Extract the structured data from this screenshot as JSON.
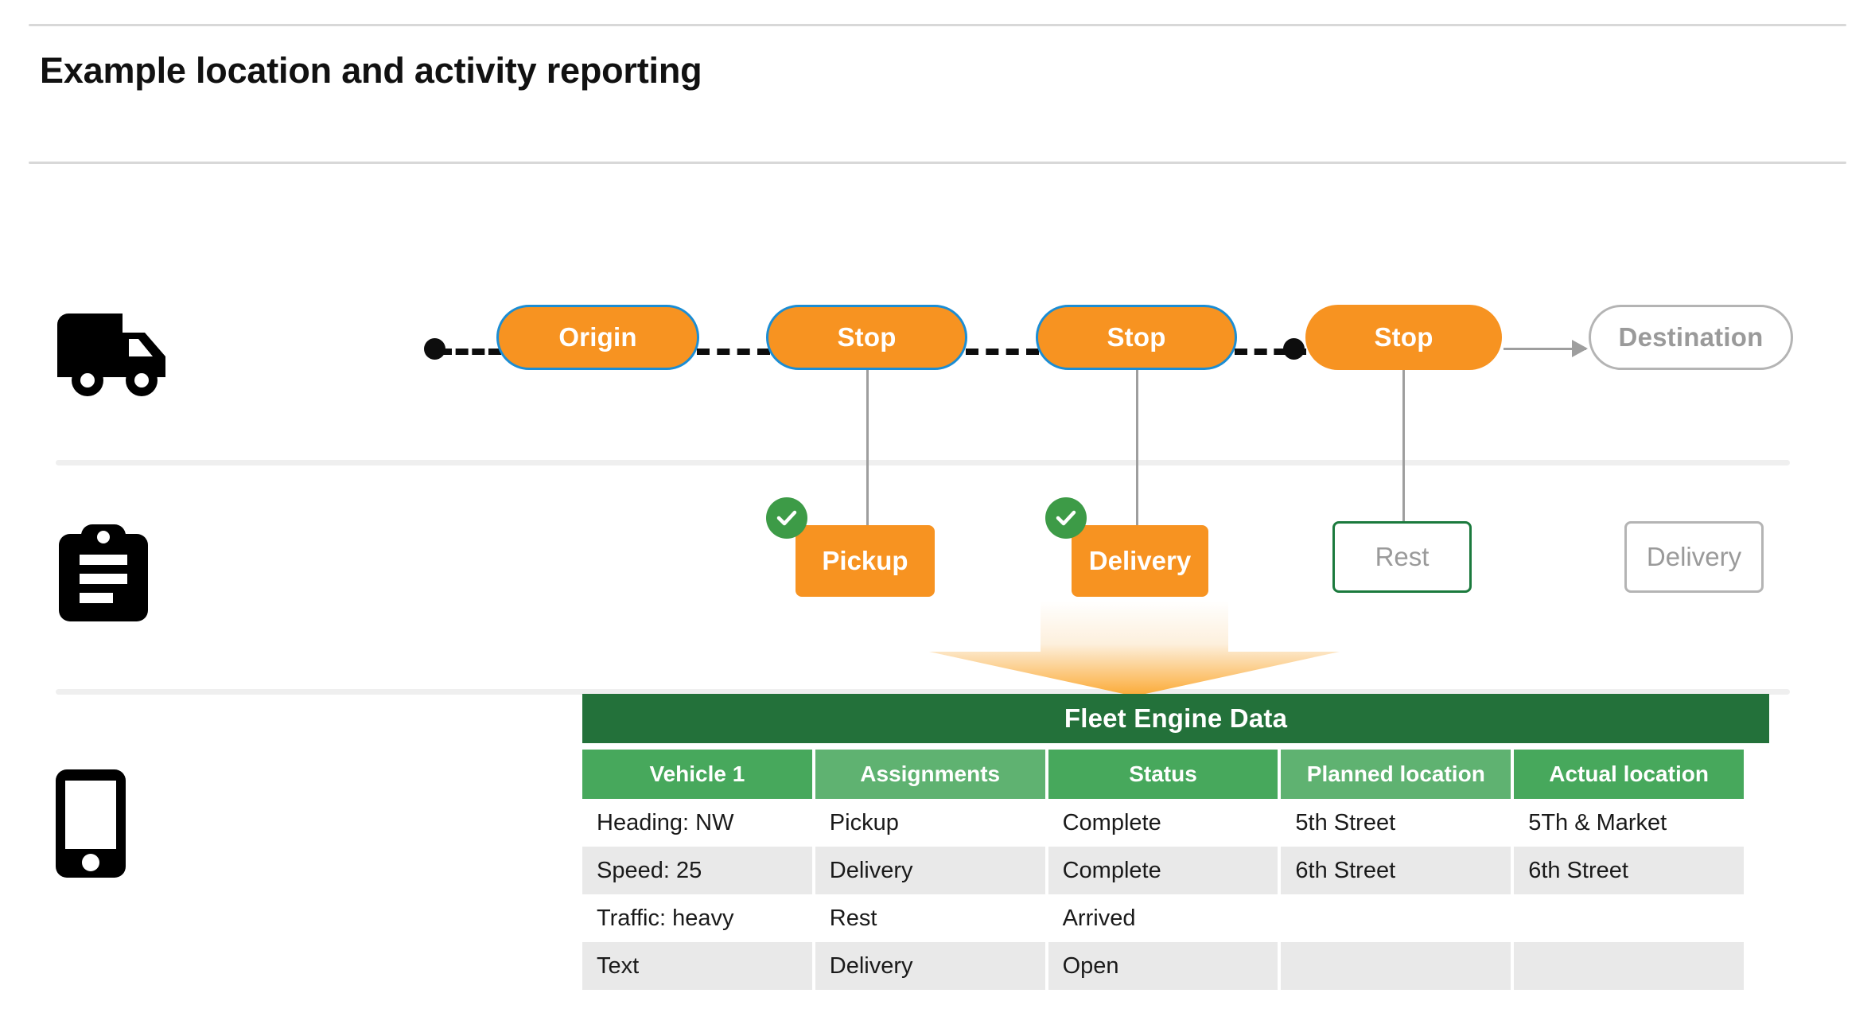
{
  "header": {
    "title": "Example location and activity reporting"
  },
  "rows": {
    "vehicle": {
      "icon": "truck-icon",
      "start_node": "route-start-dot",
      "stops": [
        {
          "label": "Origin",
          "style": "filled-bordered"
        },
        {
          "label": "Stop",
          "style": "filled-bordered"
        },
        {
          "label": "Stop",
          "style": "filled-bordered"
        },
        {
          "label": "Stop",
          "style": "filled"
        },
        {
          "label": "Destination",
          "style": "ghost"
        }
      ]
    },
    "activity": {
      "icon": "clipboard-icon",
      "items": [
        {
          "label": "Pickup",
          "style": "filled",
          "checked": true
        },
        {
          "label": "Delivery",
          "style": "filled",
          "checked": true
        },
        {
          "label": "Rest",
          "style": "ghost-green",
          "checked": false
        },
        {
          "label": "Delivery",
          "style": "ghost-gray",
          "checked": false
        }
      ]
    },
    "device": {
      "icon": "phone-icon"
    }
  },
  "table": {
    "title": "Fleet Engine Data",
    "columns": [
      "Vehicle 1",
      "Assignments",
      "Status",
      "Planned location",
      "Actual location"
    ],
    "rows": [
      [
        "Heading: NW",
        "Pickup",
        "Complete",
        "5th Street",
        "5Th & Market"
      ],
      [
        "Speed: 25",
        "Delivery",
        "Complete",
        "6th Street",
        "6th Street"
      ],
      [
        "Traffic: heavy",
        "Rest",
        "Arrived",
        "",
        ""
      ],
      [
        "Text",
        "Delivery",
        "Open",
        "",
        ""
      ]
    ]
  },
  "colors": {
    "orange": "#f79321",
    "blue_border": "#1b8dd4",
    "green_dark": "#23713a",
    "green_header_a": "#47a85c",
    "green_header_b": "#5fb271",
    "green_check": "#3d9b47",
    "gray_border": "#b4b4b4",
    "gray_text": "#9a9a9a",
    "row_alt": "#e9e9e9"
  }
}
